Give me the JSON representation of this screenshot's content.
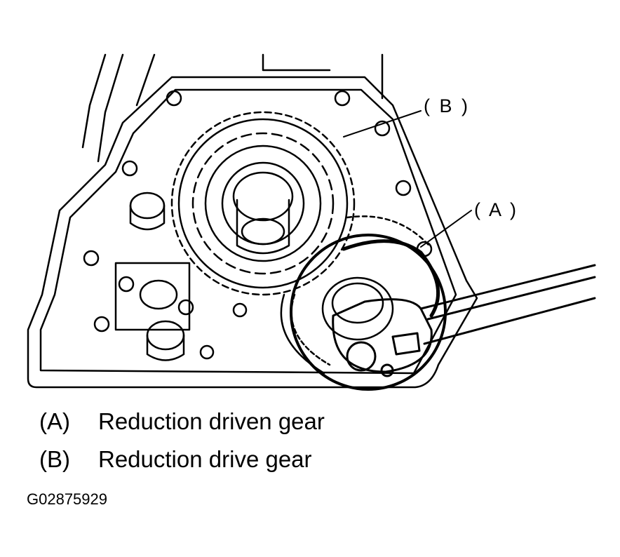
{
  "callouts": {
    "b": "( B )",
    "a": "( A )"
  },
  "legend": [
    {
      "key": "(A)",
      "text": "Reduction driven gear"
    },
    {
      "key": "(B)",
      "text": "Reduction drive gear"
    }
  ],
  "figure_id": "G02875929",
  "colors": {
    "line": "#000000",
    "background": "#ffffff"
  }
}
